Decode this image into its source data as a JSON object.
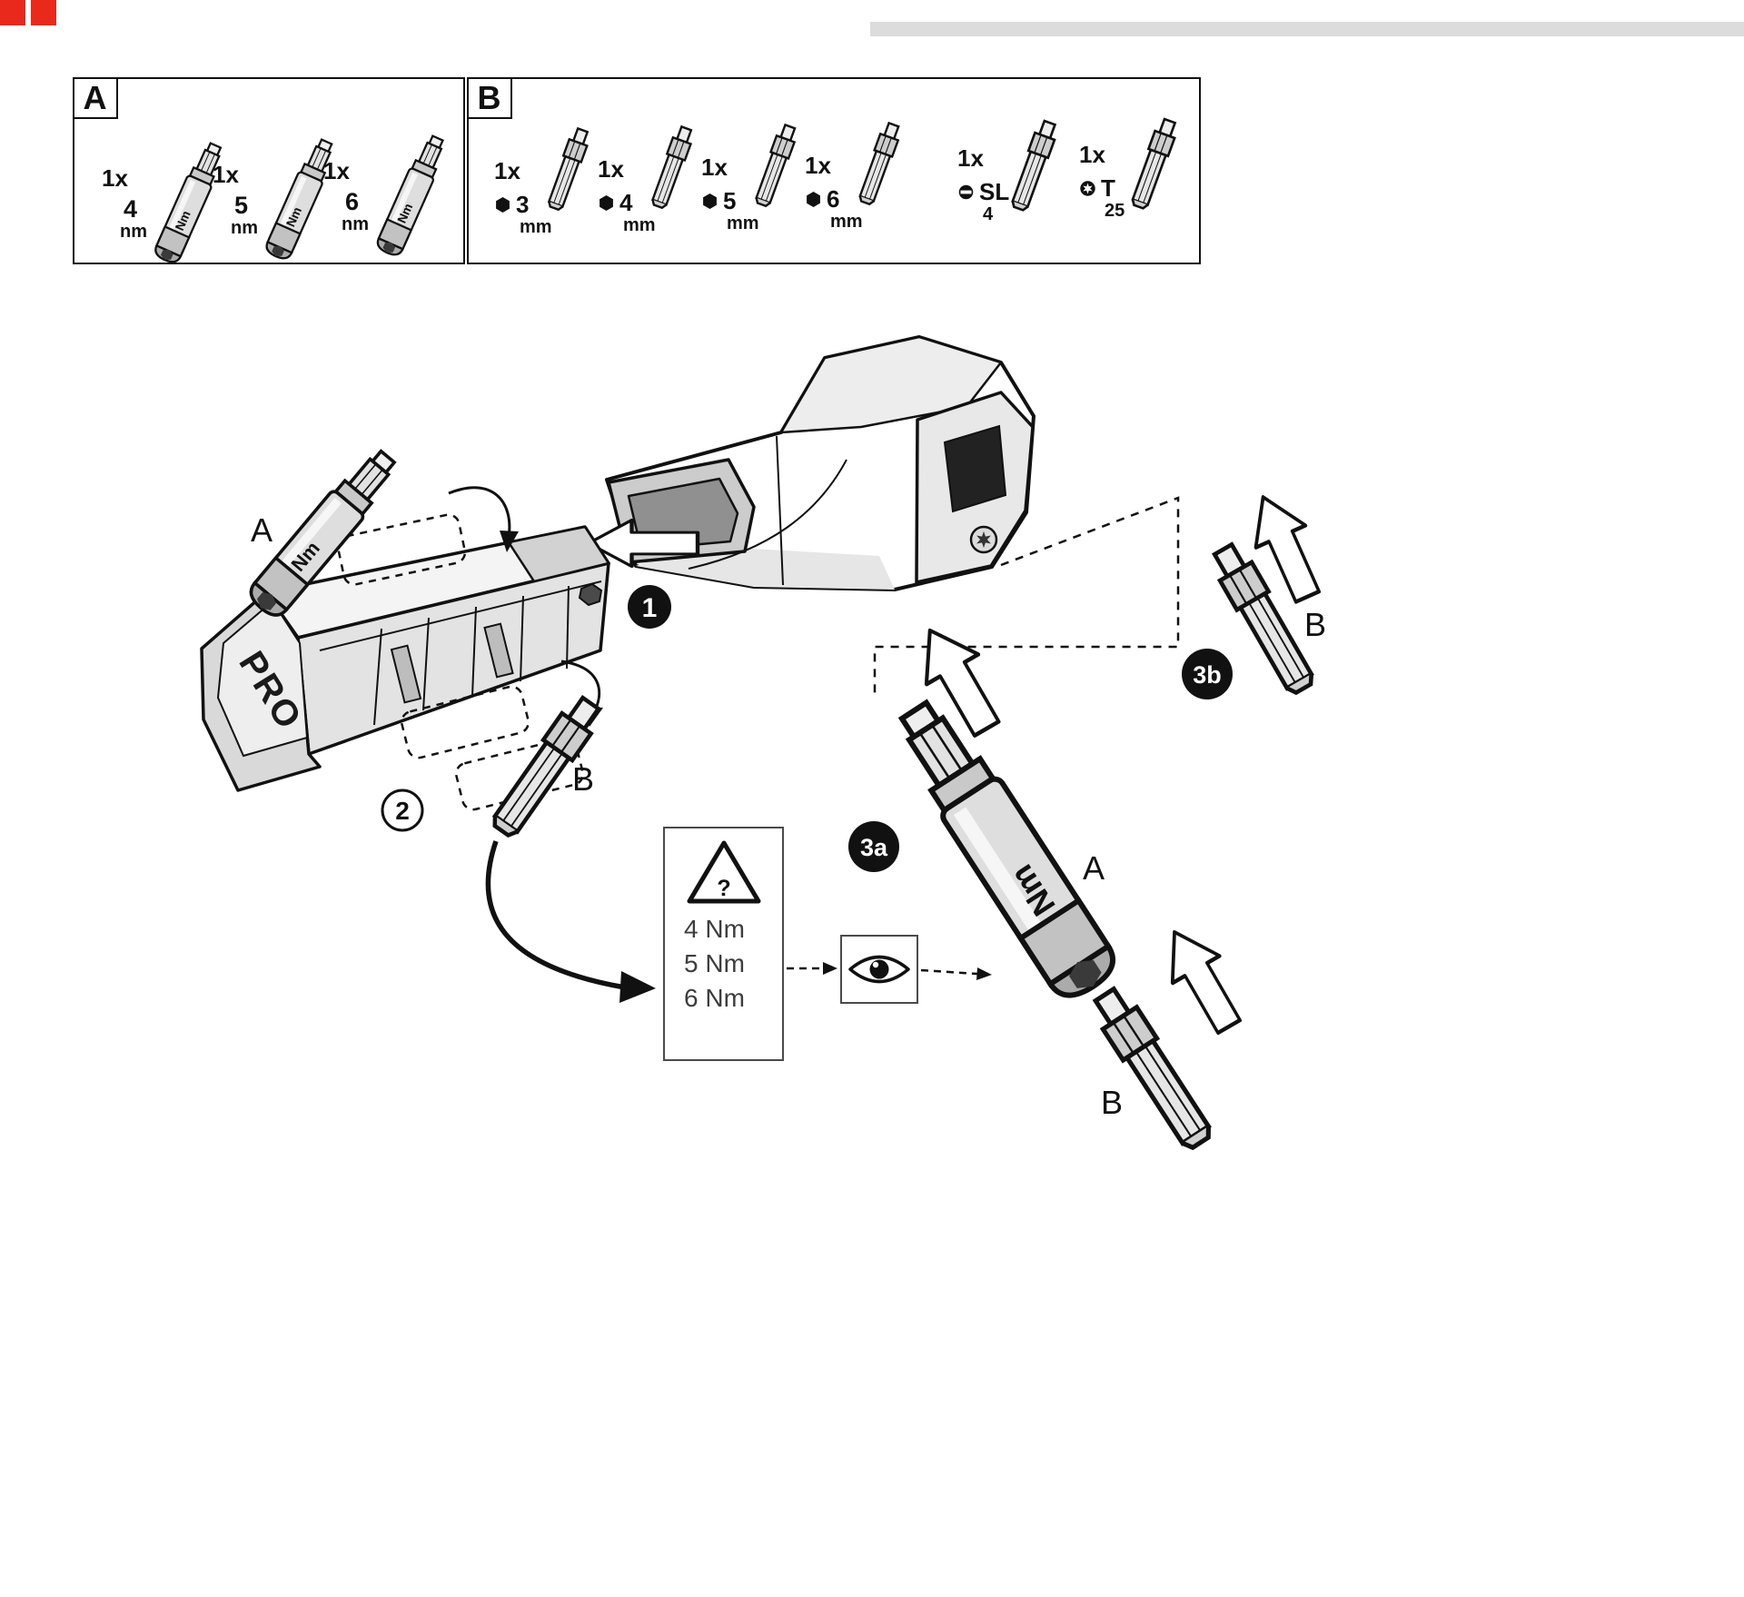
{
  "decor": {
    "accent_red": "#e8291c",
    "strip_gray": "#dcdcdc",
    "line_color": "#111111"
  },
  "parts": {
    "box_a": {
      "label": "A",
      "items": [
        {
          "qty": "1x",
          "size": "4",
          "unit": "nm"
        },
        {
          "qty": "1x",
          "size": "5",
          "unit": "nm"
        },
        {
          "qty": "1x",
          "size": "6",
          "unit": "nm"
        }
      ]
    },
    "box_b": {
      "label": "B",
      "items": [
        {
          "qty": "1x",
          "size": "3",
          "unit": "mm",
          "icon": "hex-icon"
        },
        {
          "qty": "1x",
          "size": "4",
          "unit": "mm",
          "icon": "hex-icon"
        },
        {
          "qty": "1x",
          "size": "5",
          "unit": "mm",
          "icon": "hex-icon"
        },
        {
          "qty": "1x",
          "size": "6",
          "unit": "mm",
          "icon": "hex-icon"
        },
        {
          "qty": "1x",
          "size": "SL",
          "unit": "4",
          "icon": "slotted-icon"
        },
        {
          "qty": "1x",
          "size": "T",
          "unit": "25",
          "icon": "torx-icon"
        }
      ]
    }
  },
  "diagram": {
    "nm_label": "Nm",
    "brand": "PRO",
    "steps": {
      "s1": "1",
      "s2": "2",
      "s3a": "3a",
      "s3b": "3b"
    },
    "labels": {
      "bit_a": "A",
      "bit_b_step2": "B",
      "cartridge_a": "A",
      "bit_b_3a": "B",
      "bit_b_3b": "B"
    },
    "torque_box": {
      "warning_mark": "?",
      "lines": [
        "4 Nm",
        "5 Nm",
        "6 Nm"
      ]
    }
  }
}
